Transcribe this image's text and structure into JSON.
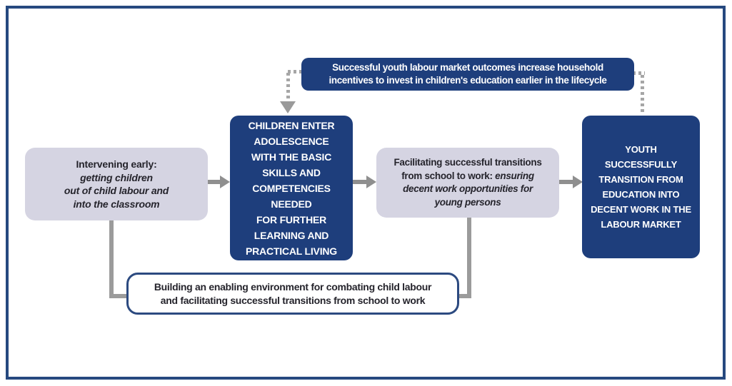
{
  "diagram": {
    "title_semantic": "Child labour to decent work transition pathway diagram",
    "top_feedback_box": {
      "text": "Successful youth labour market outcomes increase household\nincentives to invest in children's education earlier in the lifecycle"
    },
    "left_box": {
      "intro": "Intervening early:\n",
      "emphasis": "getting children\nout of child labour and\ninto the classroom"
    },
    "center_box": {
      "text": "CHILDREN ENTER\nADOLESCENCE\nWITH THE BASIC\nSKILLS AND\nCOMPETENCIES\nNEEDED\nFOR FURTHER\nLEARNING AND\nPRACTICAL LIVING"
    },
    "mid_box": {
      "intro": "Facilitating successful transitions\nfrom school to work: ",
      "emphasis": "ensuring\ndecent work opportunities for\nyoung persons"
    },
    "right_box": {
      "text": "YOUTH\nSUCCESSFULLY\nTRANSITION FROM\nEDUCATION INTO\nDECENT WORK IN THE\nLABOUR MARKET"
    },
    "bottom_box": {
      "text": "Building an enabling environment for combating child labour\nand facilitating successful transitions from school to work"
    },
    "icons": {
      "solid_arrow": "right-arrow-icon",
      "dotted_feedback_arrow": "down-arrow-dotted-icon"
    },
    "colors": {
      "navy_box": "#1e3e7c",
      "lavender_box": "#d5d4e2",
      "frame_border": "#26497f",
      "bottom_box_border": "#2c4a80",
      "gray_connector": "#9b9b9b",
      "gray_arrow": "#8f8f8f",
      "dotted_gray": "#a6a6a6",
      "dark_text": "#25242c",
      "white_text": "#ffffff"
    }
  }
}
